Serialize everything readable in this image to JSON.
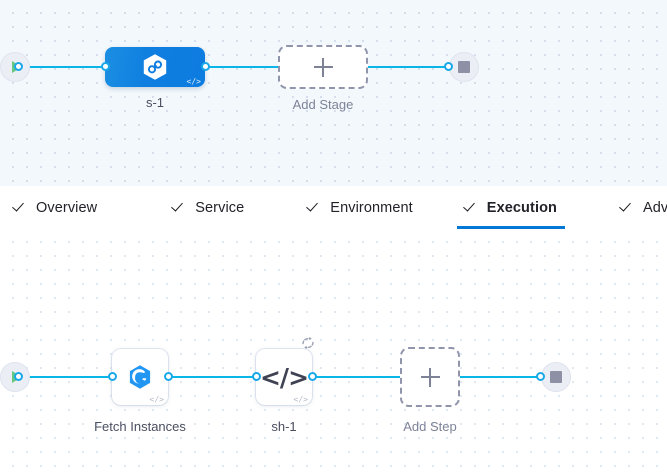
{
  "stage_canvas": {
    "name": "pipeline-stage-canvas",
    "start_node": {
      "icon": "play-icon",
      "title": "Start"
    },
    "stop_node": {
      "icon": "stop-square-icon",
      "title": "End"
    },
    "stage": {
      "label": "s-1",
      "icon": "deployment-hexagon-icon",
      "corner_icon": "code-icon",
      "accent": "#0d7ce0"
    },
    "add_stage": {
      "label": "Add Stage",
      "icon": "plus-icon"
    }
  },
  "tabs": {
    "items": [
      {
        "label": "Overview",
        "icon": "check-icon",
        "active": false
      },
      {
        "label": "Service",
        "icon": "check-icon",
        "active": false
      },
      {
        "label": "Environment",
        "icon": "check-icon",
        "active": false
      },
      {
        "label": "Execution",
        "icon": "check-icon",
        "active": true
      },
      {
        "label": "Advanced",
        "icon": "check-icon",
        "active": false
      }
    ],
    "active_underline_color": "#0278d5"
  },
  "step_canvas": {
    "name": "execution-step-canvas",
    "start_node": {
      "icon": "play-icon",
      "title": "Start"
    },
    "stop_node": {
      "icon": "stop-square-icon",
      "title": "End"
    },
    "steps": [
      {
        "label": "Fetch Instances",
        "icon": "fetch-instances-swirl-icon",
        "corner_icon": "code-icon",
        "badge": null
      },
      {
        "label": "sh-1",
        "icon": "code-brackets-icon",
        "glyph": "</>",
        "corner_icon": "code-icon",
        "badge": "looping-strategy-icon"
      }
    ],
    "add_step": {
      "label": "Add Step",
      "icon": "plus-icon"
    }
  },
  "colors": {
    "link": "#0ab5e8",
    "port_border": "#18a8e8",
    "stage_blue": "#0d7ce0",
    "play_green": "#67c97f",
    "stop_gray": "#8e90a6",
    "dashed_border": "#9095ac",
    "label_text": "#4b4f60"
  }
}
